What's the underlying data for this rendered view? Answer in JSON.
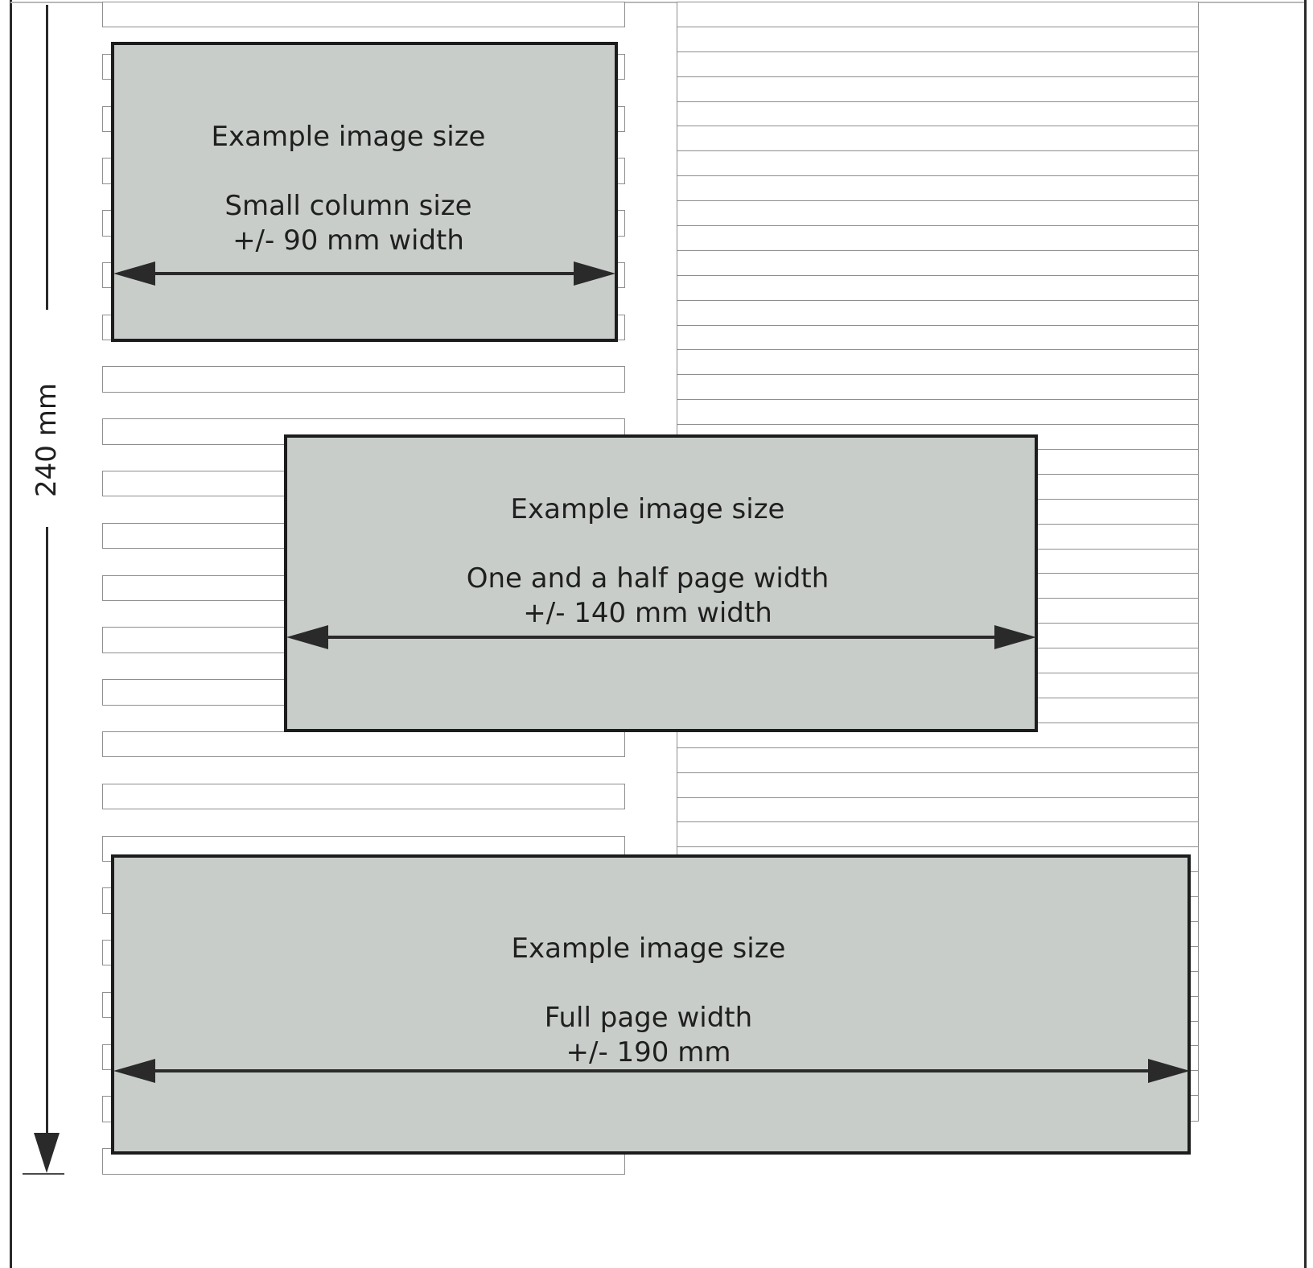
{
  "figure": {
    "vertical_dimension_label": "240 mm",
    "example_boxes": [
      {
        "title": "Example image size",
        "subtitle": "Small column size",
        "width_label": "+/- 90 mm width"
      },
      {
        "title": "Example image size",
        "subtitle": "One and a half page width",
        "width_label": "+/- 140 mm width"
      },
      {
        "title": "Example image size",
        "subtitle": "Full page width",
        "width_label": "+/- 190 mm"
      }
    ]
  },
  "page_grid": {
    "left_rows": 23,
    "right_rows": 45
  },
  "colors": {
    "box_fill": "#c9cdca",
    "box_border": "#1c1c1c",
    "row_border": "#8e8e8e",
    "line": "#2a2a2a",
    "hairline": "#b8b8b8"
  }
}
